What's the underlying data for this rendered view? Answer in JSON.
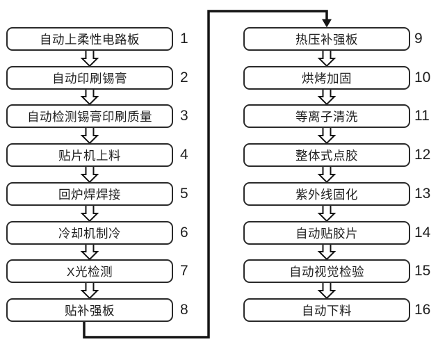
{
  "diagram": {
    "type": "flowchart",
    "left_steps": [
      {
        "number": "1",
        "label": "自动上柔性电路板"
      },
      {
        "number": "2",
        "label": "自动印刷锡膏"
      },
      {
        "number": "3",
        "label": "自动检测锡膏印刷质量"
      },
      {
        "number": "4",
        "label": "贴片机上料"
      },
      {
        "number": "5",
        "label": "回炉焊焊接"
      },
      {
        "number": "6",
        "label": "冷却机制冷"
      },
      {
        "number": "7",
        "label": "X光检测"
      },
      {
        "number": "8",
        "label": "贴补强板"
      }
    ],
    "right_steps": [
      {
        "number": "9",
        "label": "热压补强板"
      },
      {
        "number": "10",
        "label": "烘烤加固"
      },
      {
        "number": "11",
        "label": "等离子清洗"
      },
      {
        "number": "12",
        "label": "整体式点胶"
      },
      {
        "number": "13",
        "label": "紫外线固化"
      },
      {
        "number": "14",
        "label": "自动贴胶片"
      },
      {
        "number": "15",
        "label": "自动视觉检验"
      },
      {
        "number": "16",
        "label": "自动下料"
      }
    ],
    "flow": "step 8 loops via bottom-right-top connector into step 9",
    "colors": {
      "background": "#ffffff",
      "box_fill": "#ffffff",
      "box_border": "#2a2a2a",
      "text": "#1e1e1e",
      "connector": "#141414"
    }
  }
}
